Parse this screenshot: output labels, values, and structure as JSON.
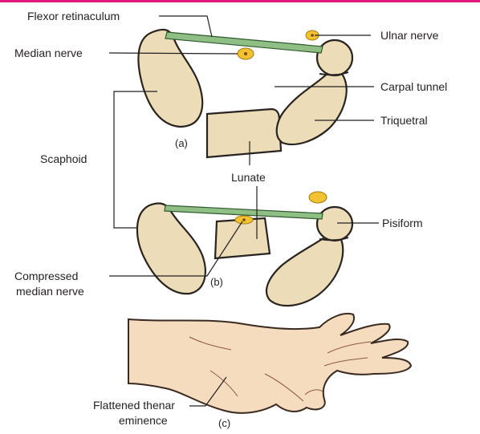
{
  "labels": {
    "flexor_retinaculum": "Flexor retinaculum",
    "median_nerve": "Median nerve",
    "ulnar_nerve": "Ulnar nerve",
    "carpal_tunnel": "Carpal tunnel",
    "triquetral": "Triquetral",
    "scaphoid": "Scaphoid",
    "lunate": "Lunate",
    "pisiform": "Pisiform",
    "compressed_median_nerve_line1": "Compressed",
    "compressed_median_nerve_line2": "median nerve",
    "flattened_thenar_line1": "Flattened thenar",
    "flattened_thenar_line2": "eminence"
  },
  "panels": {
    "a": "(a)",
    "b": "(b)",
    "c": "(c)"
  },
  "colors": {
    "accent_bar": "#e0197d",
    "bone": "#ecdcb8",
    "retinaculum": "#8fbf84",
    "nerve": "#f2c230",
    "skin": "#f6dcbe"
  }
}
